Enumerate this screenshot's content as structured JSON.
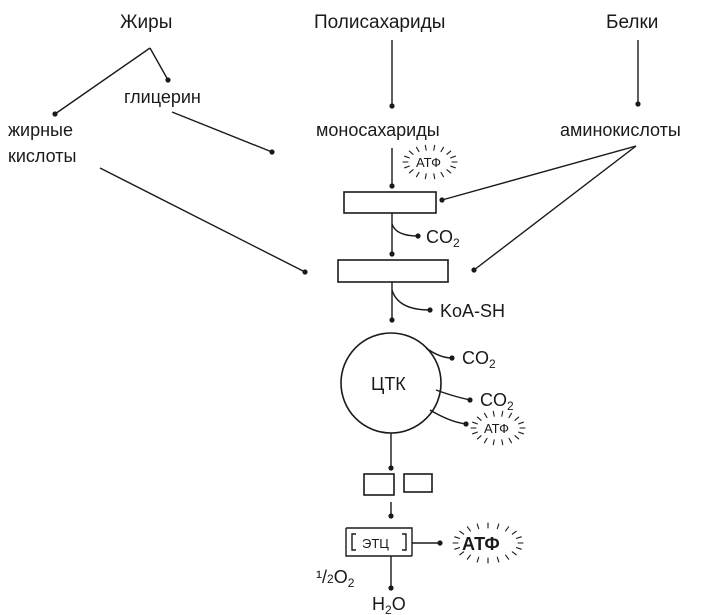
{
  "top": {
    "fats": "Жиры",
    "polysaccharides": "Полисахариды",
    "proteins": "Белки"
  },
  "mid": {
    "glycerol": "глицерин",
    "fatty_line1": "жирные",
    "fatty_line2": "кислоты",
    "monosaccharides": "моносахариды",
    "amino_acids": "аминокислоты"
  },
  "products": {
    "co2": "CO",
    "co2_sub": "2",
    "coa": "KoA-SH",
    "atp": "АТФ"
  },
  "cycle": {
    "tca": "ЦТК",
    "etc": "ЭТЦ"
  },
  "bottom": {
    "half_o2_a": "¹/",
    "half_o2_b": "2",
    "half_o2_c": "O",
    "half_o2_d": "2",
    "water_a": "H",
    "water_b": "2",
    "water_c": "O"
  }
}
